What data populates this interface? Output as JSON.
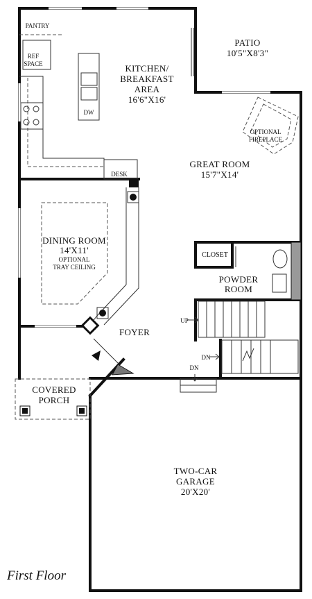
{
  "rooms": {
    "pantry": "PANTRY",
    "ref_space_1": "REF",
    "ref_space_2": "SPACE",
    "kitchen_1": "KITCHEN/",
    "kitchen_2": "BREAKFAST",
    "kitchen_3": "AREA",
    "kitchen_dim": "16'6\"X16'",
    "dw": "DW",
    "desk": "DESK",
    "patio": "PATIO",
    "patio_dim": "10'5\"X8'3\"",
    "fireplace_1": "OPTIONAL",
    "fireplace_2": "FIREPLACE",
    "great_room": "GREAT ROOM",
    "great_room_dim": "15'7\"X14'",
    "dining_room": "DINING ROOM",
    "dining_dim": "14'X11'",
    "tray_1": "OPTIONAL",
    "tray_2": "TRAY CEILING",
    "closet": "CLOSET",
    "powder_1": "POWDER",
    "powder_2": "ROOM",
    "up": "UP",
    "dn_1": "DN",
    "dn_2": "DN",
    "foyer": "FOYER",
    "porch_1": "COVERED",
    "porch_2": "PORCH",
    "garage_1": "TWO-CAR",
    "garage_2": "GARAGE",
    "garage_dim": "20'X20'"
  },
  "floor_title": "First Floor"
}
